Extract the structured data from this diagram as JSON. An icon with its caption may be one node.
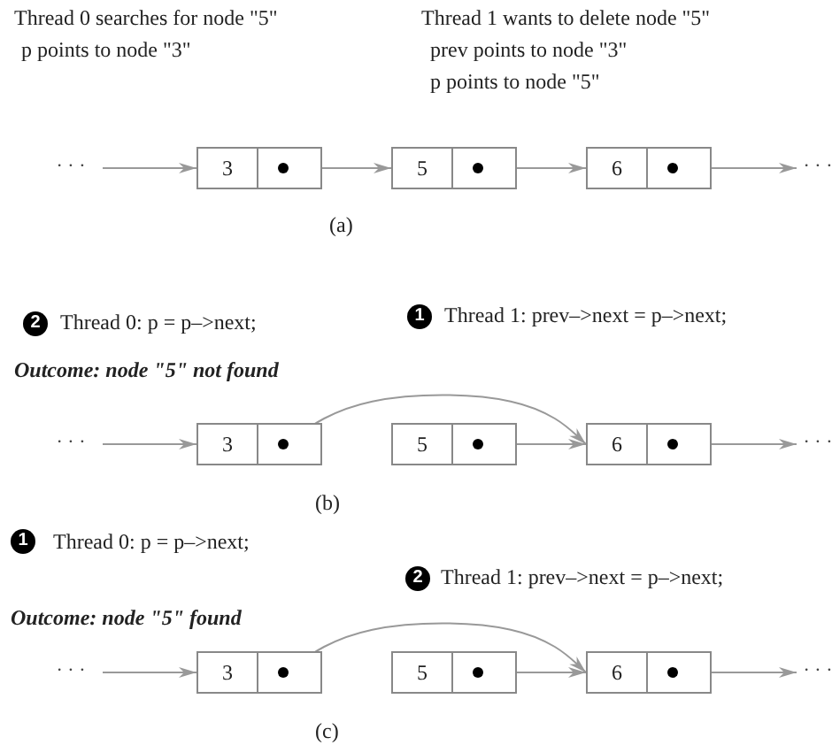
{
  "diagram": {
    "nodes": [
      {
        "text": [
          "· · ·"
        ]
      },
      {
        "text": [
          "3"
        ]
      },
      {
        "text": [
          "5"
        ]
      },
      {
        "text": [
          "6"
        ]
      },
      {
        "text": [
          "· · ·"
        ]
      },
      {
        "text": [
          "· · ·"
        ]
      },
      {
        "text": [
          "3"
        ]
      },
      {
        "text": [
          "5"
        ]
      },
      {
        "text": [
          "6"
        ]
      },
      {
        "text": [
          "· · ·"
        ]
      },
      {
        "text": [
          "· · ·"
        ]
      },
      {
        "text": [
          "3"
        ]
      },
      {
        "text": [
          "5"
        ]
      },
      {
        "text": [
          "6"
        ]
      },
      {
        "text": [
          "· · ·"
        ]
      }
    ],
    "edges": [
      {
        "from": 0,
        "to": 1,
        "arrow": "to"
      },
      {
        "from": 1,
        "to": 2,
        "arrow": "to"
      },
      {
        "from": 2,
        "to": 3,
        "arrow": "to"
      },
      {
        "from": 3,
        "to": 4,
        "arrow": "to"
      },
      {
        "from": 5,
        "to": 6,
        "arrow": "to"
      },
      {
        "from": 6,
        "to": 8,
        "arrow": "to"
      },
      {
        "from": 7,
        "to": 8,
        "arrow": "to"
      },
      {
        "from": 8,
        "to": 9,
        "arrow": "to"
      },
      {
        "from": 10,
        "to": 11,
        "arrow": "to"
      },
      {
        "from": 11,
        "to": 13,
        "arrow": "to"
      },
      {
        "from": 12,
        "to": 13,
        "arrow": "to"
      },
      {
        "from": 13,
        "to": 14,
        "arrow": "to"
      }
    ],
    "labels": [
      "Thread 0 searches for node \"5\"",
      "p points to node \"3\"",
      "Thread 1 wants to delete node \"5\"",
      "prev points to node \"3\"",
      "p points to node \"5\"",
      "(a)",
      "2",
      "Thread 0: p = p–>next;",
      "1",
      "Thread 1: prev–>next = p–>next;",
      "Outcome: node \"5\" not found",
      "(b)",
      "1",
      "Thread 0: p = p–>next;",
      "2",
      "Thread 1: prev–>next = p–>next;",
      "Outcome: node \"5\" found",
      "(c)"
    ]
  }
}
